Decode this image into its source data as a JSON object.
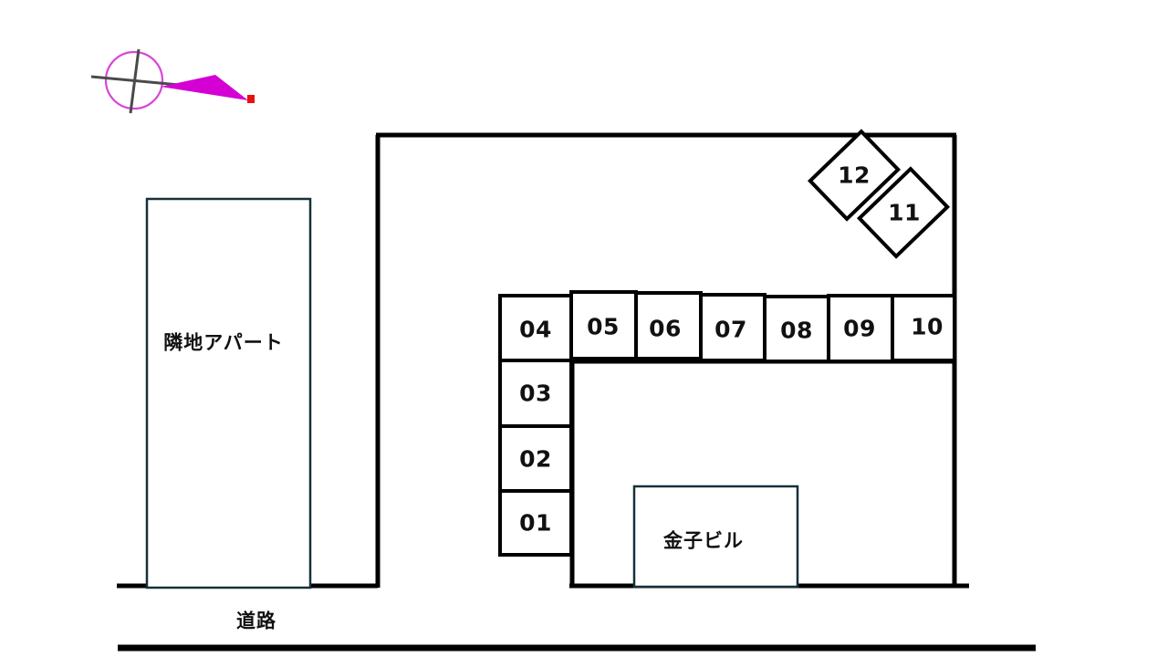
{
  "diagram": {
    "title_visible": false,
    "type": "parking-lot-site-plan",
    "background_color": "#ffffff",
    "line_color": "#000000",
    "building_outline_color": "#17303a",
    "compass": {
      "name": "north-arrow-compass",
      "circle_color": "#d946d9",
      "cross_color": "#4a4a4a",
      "arrow_color": "#d400d4",
      "marker_color": "#e81010"
    }
  },
  "labels": {
    "neighbor_apartment": "隣地アパート",
    "kaneko_building": "金子ビル",
    "road": "道路"
  },
  "parking": {
    "top_row": [
      {
        "id": "04",
        "label": "04"
      },
      {
        "id": "05",
        "label": "05"
      },
      {
        "id": "06",
        "label": "06"
      },
      {
        "id": "07",
        "label": "07"
      },
      {
        "id": "08",
        "label": "08"
      },
      {
        "id": "09",
        "label": "09"
      },
      {
        "id": "10",
        "label": "10"
      }
    ],
    "left_column": [
      {
        "id": "03",
        "label": "03"
      },
      {
        "id": "02",
        "label": "02"
      },
      {
        "id": "01",
        "label": "01"
      }
    ],
    "angled": [
      {
        "id": "12",
        "label": "12"
      },
      {
        "id": "11",
        "label": "11"
      }
    ],
    "total_stalls": 12
  }
}
